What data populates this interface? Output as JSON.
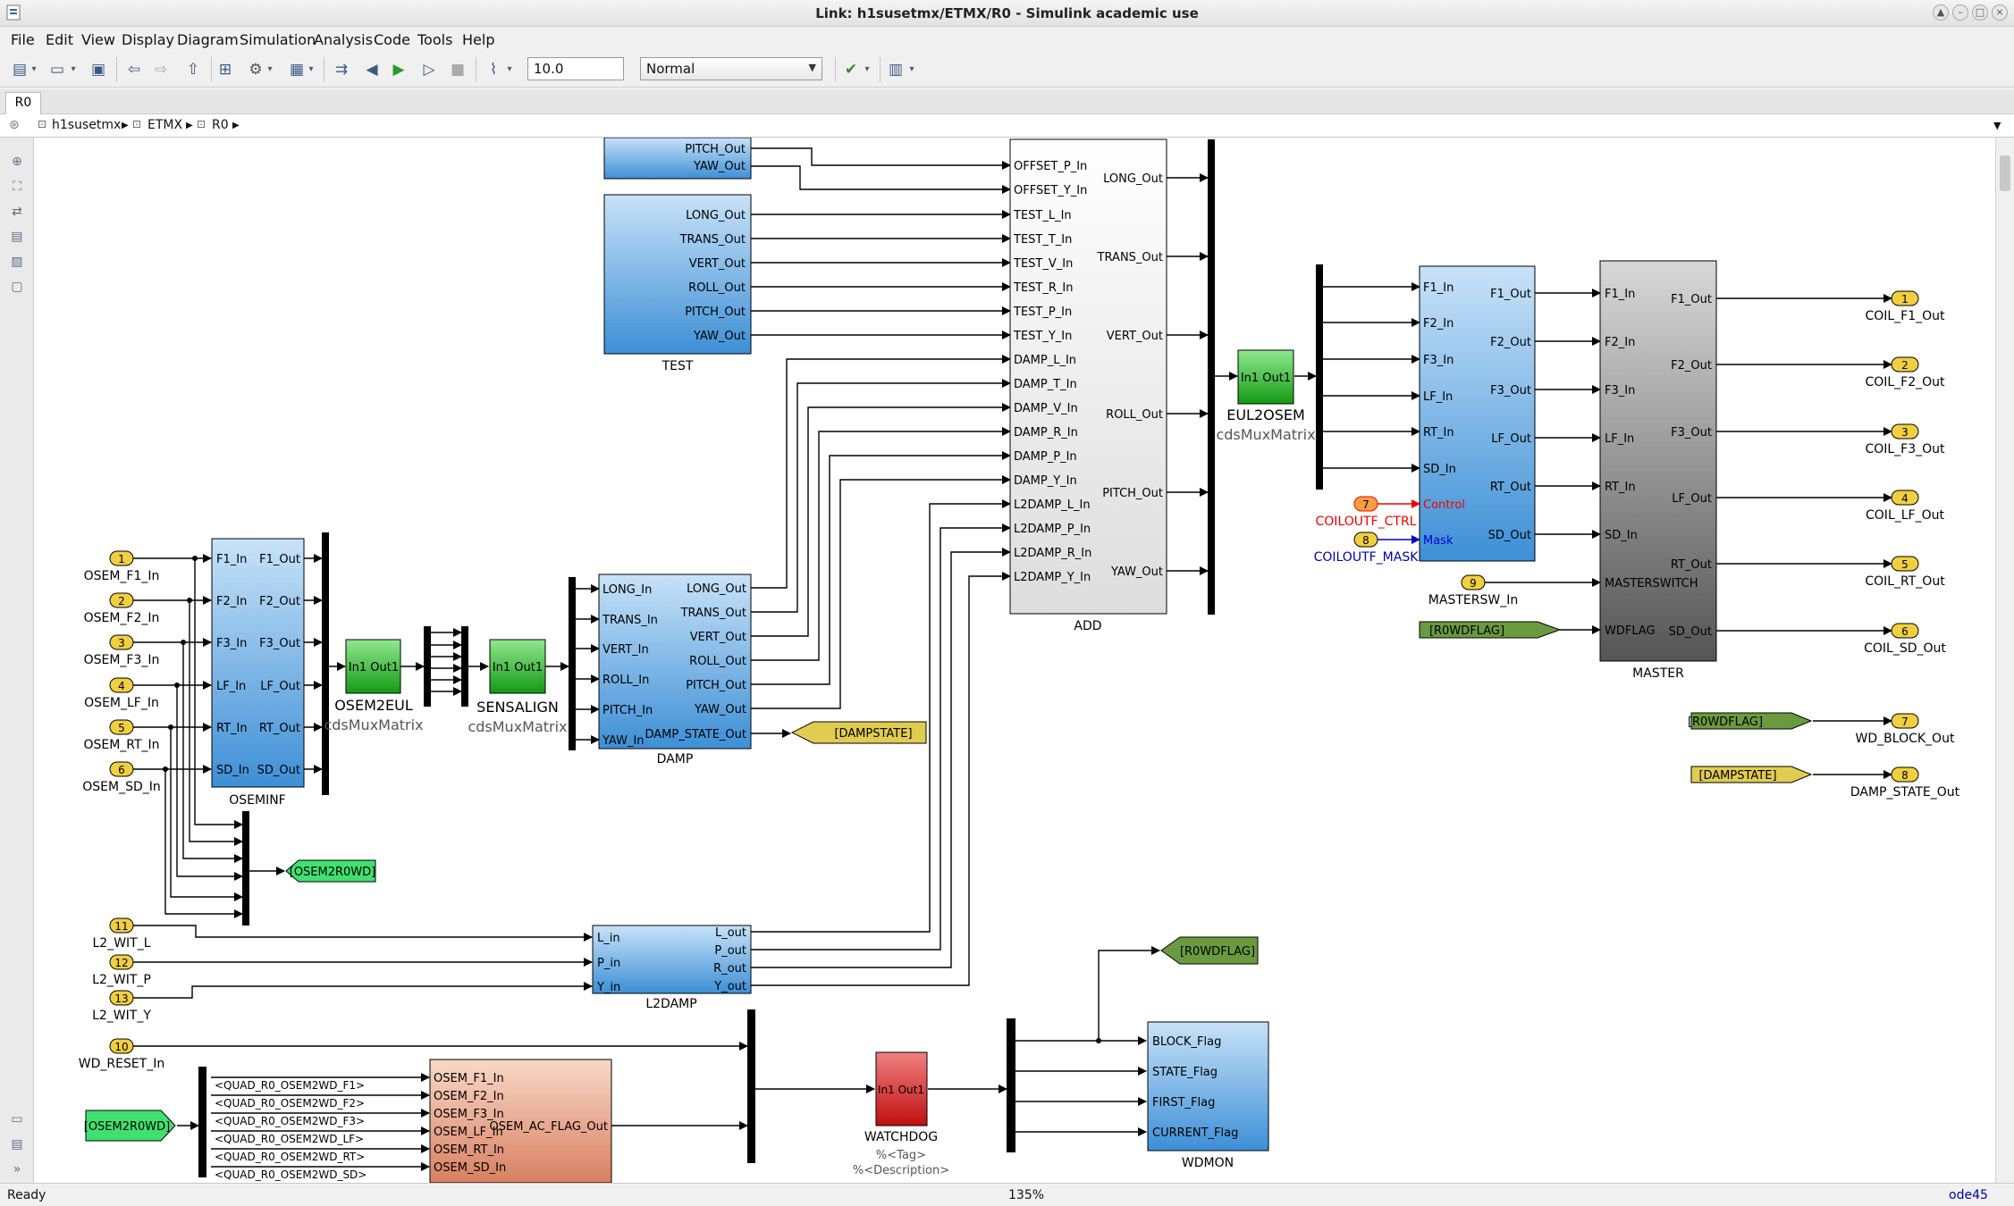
{
  "window": {
    "title": "Link: h1susetmx/ETMX/R0 - Simulink academic use"
  },
  "menu": [
    "File",
    "Edit",
    "View",
    "Display",
    "Diagram",
    "Simulation",
    "Analysis",
    "Code",
    "Tools",
    "Help"
  ],
  "toolbar": {
    "stop_time": "10.0",
    "sim_mode": "Normal"
  },
  "tab": {
    "label": "R0"
  },
  "breadcrumb": [
    "h1susetmx",
    "ETMX",
    "R0"
  ],
  "status": {
    "left": "Ready",
    "zoom": "135%",
    "solver": "ode45"
  },
  "diagram": {
    "blocks": {
      "top": {
        "ports_out": [
          "PITCH_Out",
          "YAW_Out"
        ]
      },
      "test": {
        "name": "TEST",
        "ports_out": [
          "LONG_Out",
          "TRANS_Out",
          "VERT_Out",
          "ROLL_Out",
          "PITCH_Out",
          "YAW_Out"
        ]
      },
      "add": {
        "name": "ADD",
        "ports_in": [
          "OFFSET_P_In",
          "OFFSET_Y_In",
          "TEST_L_In",
          "TEST_T_In",
          "TEST_V_In",
          "TEST_R_In",
          "TEST_P_In",
          "TEST_Y_In",
          "DAMP_L_In",
          "DAMP_T_In",
          "DAMP_V_In",
          "DAMP_R_In",
          "DAMP_P_In",
          "DAMP_Y_In",
          "L2DAMP_L_In",
          "L2DAMP_P_In",
          "L2DAMP_R_In",
          "L2DAMP_Y_In"
        ],
        "ports_out": [
          "LONG_Out",
          "TRANS_Out",
          "VERT_Out",
          "ROLL_Out",
          "PITCH_Out",
          "YAW_Out"
        ]
      },
      "osem_inf": {
        "name": "OSEMINF",
        "ports_in": [
          "F1_In",
          "F2_In",
          "F3_In",
          "LF_In",
          "RT_In",
          "SD_In"
        ],
        "ports_out": [
          "F1_Out",
          "F2_Out",
          "F3_Out",
          "LF_Out",
          "RT_Out",
          "SD_Out"
        ]
      },
      "osem2eul": {
        "name": "OSEM2EUL",
        "sub": "cdsMuxMatrix",
        "label": "In1 Out1"
      },
      "sensalign": {
        "name": "SENSALIGN",
        "sub": "cdsMuxMatrix",
        "label": "In1 Out1"
      },
      "eul2osem": {
        "name": "EUL2OSEM",
        "sub": "cdsMuxMatrix",
        "label": "In1 Out1"
      },
      "damp": {
        "name": "DAMP",
        "ports_in": [
          "LONG_In",
          "TRANS_In",
          "VERT_In",
          "ROLL_In",
          "PITCH_In",
          "YAW_In"
        ],
        "ports_out": [
          "LONG_Out",
          "TRANS_Out",
          "VERT_Out",
          "ROLL_Out",
          "PITCH_Out",
          "YAW_Out",
          "DAMP_STATE_Out"
        ]
      },
      "coilout": {
        "ports_in": [
          "F1_In",
          "F2_In",
          "F3_In",
          "LF_In",
          "RT_In",
          "SD_In"
        ],
        "ports_out": [
          "F1_Out",
          "F2_Out",
          "F3_Out",
          "LF_Out",
          "RT_Out",
          "SD_Out"
        ],
        "control": "Control",
        "mask": "Mask"
      },
      "master": {
        "name": "MASTER",
        "ports_in": [
          "F1_In",
          "F2_In",
          "F3_In",
          "LF_In",
          "RT_In",
          "SD_In",
          "MASTERSWITCH",
          "WDFLAG"
        ],
        "ports_out": [
          "F1_Out",
          "F2_Out",
          "F3_Out",
          "LF_Out",
          "RT_Out",
          "SD_Out"
        ]
      },
      "l2damp": {
        "name": "L2DAMP",
        "ports_in": [
          "L_in",
          "P_in",
          "Y_in"
        ],
        "ports_out": [
          "L_out",
          "P_out",
          "R_out",
          "Y_out"
        ]
      },
      "osem_ac": {
        "ports_in": [
          "OSEM_F1_In",
          "OSEM_F2_In",
          "OSEM_F3_In",
          "OSEM_LF_In",
          "OSEM_RT_In",
          "OSEM_SD_In"
        ],
        "out": "OSEM_AC_FLAG_Out"
      },
      "watchdog": {
        "name": "WATCHDOG",
        "label": "In1 Out1",
        "tag": "%<Tag>",
        "desc": "%<Description>"
      },
      "wdmon": {
        "name": "WDMON",
        "ports_in": [
          "BLOCK_Flag",
          "STATE_Flag",
          "FIRST_Flag",
          "CURRENT_Flag"
        ]
      }
    },
    "inports": [
      {
        "num": "1",
        "name": "OSEM_F1_In"
      },
      {
        "num": "2",
        "name": "OSEM_F2_In"
      },
      {
        "num": "3",
        "name": "OSEM_F3_In"
      },
      {
        "num": "4",
        "name": "OSEM_LF_In"
      },
      {
        "num": "5",
        "name": "OSEM_RT_In"
      },
      {
        "num": "6",
        "name": "OSEM_SD_In"
      },
      {
        "num": "11",
        "name": "L2_WIT_L"
      },
      {
        "num": "12",
        "name": "L2_WIT_P"
      },
      {
        "num": "13",
        "name": "L2_WIT_Y"
      },
      {
        "num": "10",
        "name": "WD_RESET_In"
      },
      {
        "num": "7",
        "name": "COILOUTF_CTRL"
      },
      {
        "num": "8",
        "name": "COILOUTF_MASK"
      },
      {
        "num": "9",
        "name": "MASTERSW_In"
      }
    ],
    "outports": [
      {
        "num": "1",
        "name": "COIL_F1_Out"
      },
      {
        "num": "2",
        "name": "COIL_F2_Out"
      },
      {
        "num": "3",
        "name": "COIL_F3_Out"
      },
      {
        "num": "4",
        "name": "COIL_LF_Out"
      },
      {
        "num": "5",
        "name": "COIL_RT_Out"
      },
      {
        "num": "6",
        "name": "COIL_SD_Out"
      },
      {
        "num": "7",
        "name": "WD_BLOCK_Out"
      },
      {
        "num": "8",
        "name": "DAMP_STATE_Out"
      }
    ],
    "goto_from": {
      "osem2r0wd_goto": "[OSEM2R0WD]",
      "osem2r0wd_from": "[OSEM2R0WD]",
      "dampstate_goto": "[DAMPSTATE]",
      "dampstate_from": "[DAMPSTATE]",
      "r0wdflag_goto": "[R0WDFLAG]",
      "r0wdflag_from1": "[R0WDFLAG]",
      "r0wdflag_from2": "[R0WDFLAG]"
    },
    "bus_signals": [
      "<QUAD_R0_OSEM2WD_F1>",
      "<QUAD_R0_OSEM2WD_F2>",
      "<QUAD_R0_OSEM2WD_F3>",
      "<QUAD_R0_OSEM2WD_LF>",
      "<QUAD_R0_OSEM2WD_RT>",
      "<QUAD_R0_OSEM2WD_SD>"
    ]
  }
}
